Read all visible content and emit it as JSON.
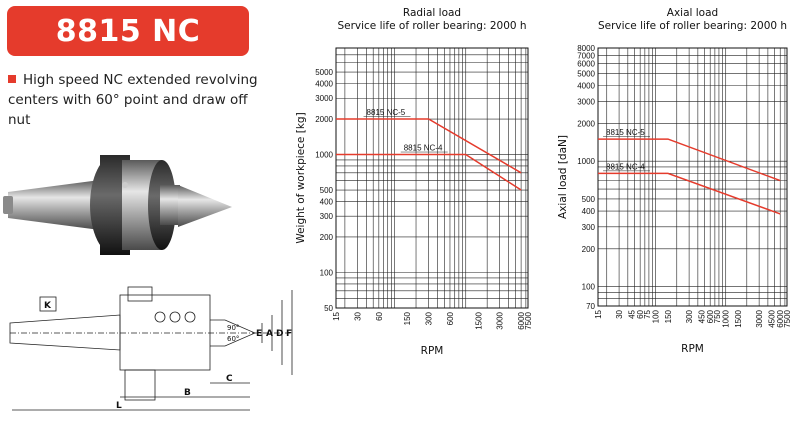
{
  "header": {
    "model": "8815 NC"
  },
  "description": "High speed NC extended revolving centers with 60° point and draw off nut",
  "drawing": {
    "labels": {
      "K": "K",
      "angle_90": "90°",
      "angle_60": "60°",
      "E": "E",
      "A": "A",
      "D": "D",
      "F": "F",
      "C": "C",
      "B": "B",
      "L": "L"
    }
  },
  "colors": {
    "accent": "#e53b2c",
    "line": "#e53b2c",
    "grid": "#222222"
  },
  "chart_data": [
    {
      "type": "line",
      "title": "Radial load",
      "subtitle": "Service life of roller bearing: 2000 h",
      "xlabel": "RPM",
      "ylabel": "Weight of workpiece [kg]",
      "xscale": "log",
      "yscale": "log",
      "xlim": [
        15,
        7500
      ],
      "ylim": [
        50,
        8000
      ],
      "xticks": [
        15,
        30,
        60,
        150,
        300,
        600,
        1500,
        3000,
        6000,
        7500
      ],
      "yticks": [
        50,
        100,
        200,
        300,
        400,
        500,
        1000,
        2000,
        3000,
        4000,
        5000
      ],
      "series": [
        {
          "name": "8815 NC-5",
          "x": [
            15,
            300,
            6000
          ],
          "y": [
            2000,
            2000,
            700
          ]
        },
        {
          "name": "8815 NC-4",
          "x": [
            15,
            1000,
            6000
          ],
          "y": [
            1000,
            1000,
            500
          ]
        }
      ]
    },
    {
      "type": "line",
      "title": "Axial load",
      "subtitle": "Service life of roller bearing: 2000 h",
      "xlabel": "RPM",
      "ylabel": "Axial load [daN]",
      "xscale": "log",
      "yscale": "log",
      "xlim": [
        15,
        7500
      ],
      "ylim": [
        70,
        8000
      ],
      "xticks": [
        15,
        30,
        45,
        60,
        75,
        100,
        150,
        300,
        450,
        600,
        750,
        1000,
        1500,
        3000,
        4500,
        6000,
        7500
      ],
      "yticks": [
        70,
        100,
        200,
        300,
        400,
        500,
        1000,
        2000,
        3000,
        4000,
        5000,
        6000,
        7000,
        8000
      ],
      "series": [
        {
          "name": "8815 NC-5",
          "x": [
            15,
            150,
            6000
          ],
          "y": [
            1500,
            1500,
            700
          ]
        },
        {
          "name": "8815 NC-4",
          "x": [
            15,
            150,
            6000
          ],
          "y": [
            800,
            800,
            380
          ]
        }
      ]
    }
  ]
}
